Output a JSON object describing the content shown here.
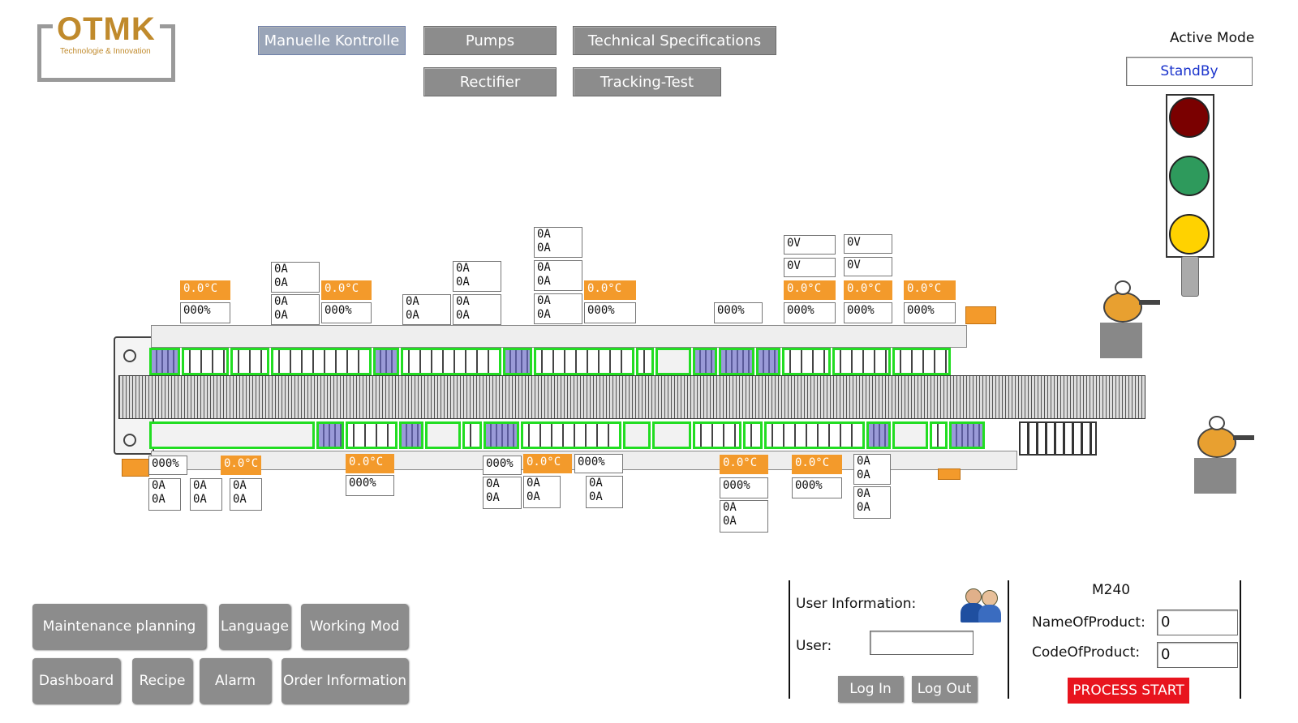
{
  "logo": {
    "name": "OTMK",
    "tagline": "Technologie & Innovation"
  },
  "nav": [
    {
      "label": "Manuelle Kontrolle",
      "active": true
    },
    {
      "label": "Pumps"
    },
    {
      "label": "Technical Specifications"
    },
    {
      "label": "Rectifier"
    },
    {
      "label": "Tracking-Test"
    }
  ],
  "mode": {
    "label": "Active Mode",
    "value": "StandBy"
  },
  "traffic_light": {
    "red": "#7a0000",
    "green": "#2e9a5c",
    "yellow": "#ffd200"
  },
  "sensors": {
    "temp": "0.0°C",
    "percent": "000%",
    "amp": "0A",
    "volt": "0V"
  },
  "menu": [
    {
      "label": "Maintenance planning"
    },
    {
      "label": "Language"
    },
    {
      "label": "Working Mod"
    },
    {
      "label": "Dashboard"
    },
    {
      "label": "Recipe"
    },
    {
      "label": "Alarm"
    },
    {
      "label": "Order Information"
    }
  ],
  "user_panel": {
    "title": "User Information:",
    "user_label": "User:",
    "user_value": "",
    "login": "Log In",
    "logout": "Log Out"
  },
  "product_panel": {
    "machine": "M240",
    "name_label": "NameOfProduct:",
    "name_value": "0",
    "code_label": "CodeOfProduct:",
    "code_value": "0",
    "process_start": "PROCESS START"
  },
  "colors": {
    "accent_orange": "#f39a2b",
    "tank_green": "#22dd22",
    "button_gray": "#8c8c8c",
    "start_red": "#e8141e"
  }
}
